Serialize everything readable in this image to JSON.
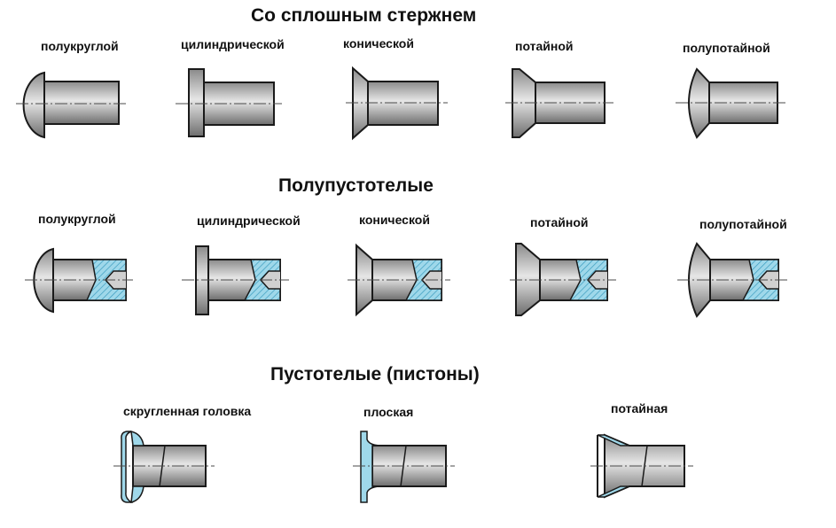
{
  "colors": {
    "metal_light": "#d4d4d4",
    "metal_dark": "#7a7a7a",
    "outline": "#1a1a1a",
    "cavity_fill": "#9fd8ea",
    "cavity_hatch": "#3b9cbf",
    "axis": "#4a4a4a"
  },
  "sections": [
    {
      "title": "Со сплошным стержнем",
      "rivets": [
        {
          "label": "полукруглой",
          "head": "round",
          "type": "solid"
        },
        {
          "label": "цилиндрической",
          "head": "cylindrical",
          "type": "solid"
        },
        {
          "label": "конической",
          "head": "conical",
          "type": "solid"
        },
        {
          "label": "потайной",
          "head": "countersunk",
          "type": "solid"
        },
        {
          "label": "полупотайной",
          "head": "semi-countersunk",
          "type": "solid"
        }
      ]
    },
    {
      "title": "Полупустотелые",
      "rivets": [
        {
          "label": "полукруглой",
          "head": "round",
          "type": "semi-tubular"
        },
        {
          "label": "цилиндрической",
          "head": "cylindrical",
          "type": "semi-tubular"
        },
        {
          "label": "конической",
          "head": "conical",
          "type": "semi-tubular"
        },
        {
          "label": "потайной",
          "head": "countersunk",
          "type": "semi-tubular"
        },
        {
          "label": "полупотайной",
          "head": "semi-countersunk",
          "type": "semi-tubular"
        }
      ]
    },
    {
      "title": "Пустотелые (пистоны)",
      "rivets": [
        {
          "label": "скругленная головка",
          "head": "rounded-flange",
          "type": "tubular"
        },
        {
          "label": "плоская",
          "head": "flat-flange",
          "type": "tubular"
        },
        {
          "label": "потайная",
          "head": "countersunk-flange",
          "type": "tubular"
        }
      ]
    }
  ]
}
